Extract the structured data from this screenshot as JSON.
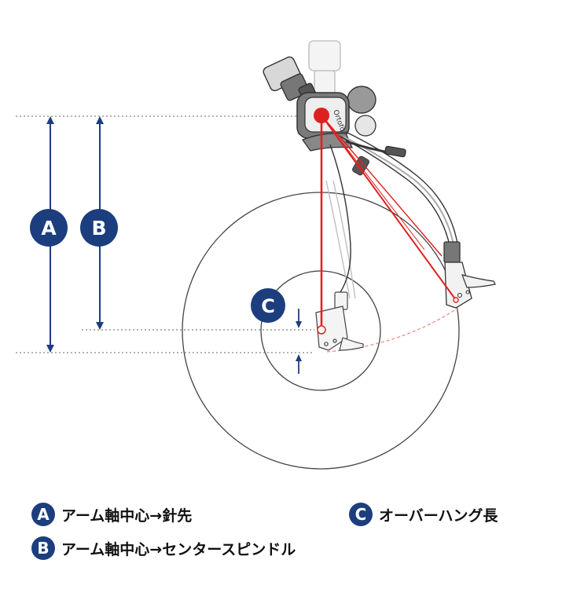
{
  "colors": {
    "navy": "#1d3e7e",
    "red": "#e02020",
    "pink": "#ee8a8a",
    "line": "#333333"
  },
  "badges": {
    "a": "A",
    "b": "B",
    "c": "C"
  },
  "legend": [
    {
      "key": "A",
      "text": "アーム軸中心→針先"
    },
    {
      "key": "B",
      "text": "アーム軸中心→センタースピンドル"
    },
    {
      "key": "C",
      "text": "オーバーハング長"
    }
  ],
  "brand_text": "Ortofon"
}
